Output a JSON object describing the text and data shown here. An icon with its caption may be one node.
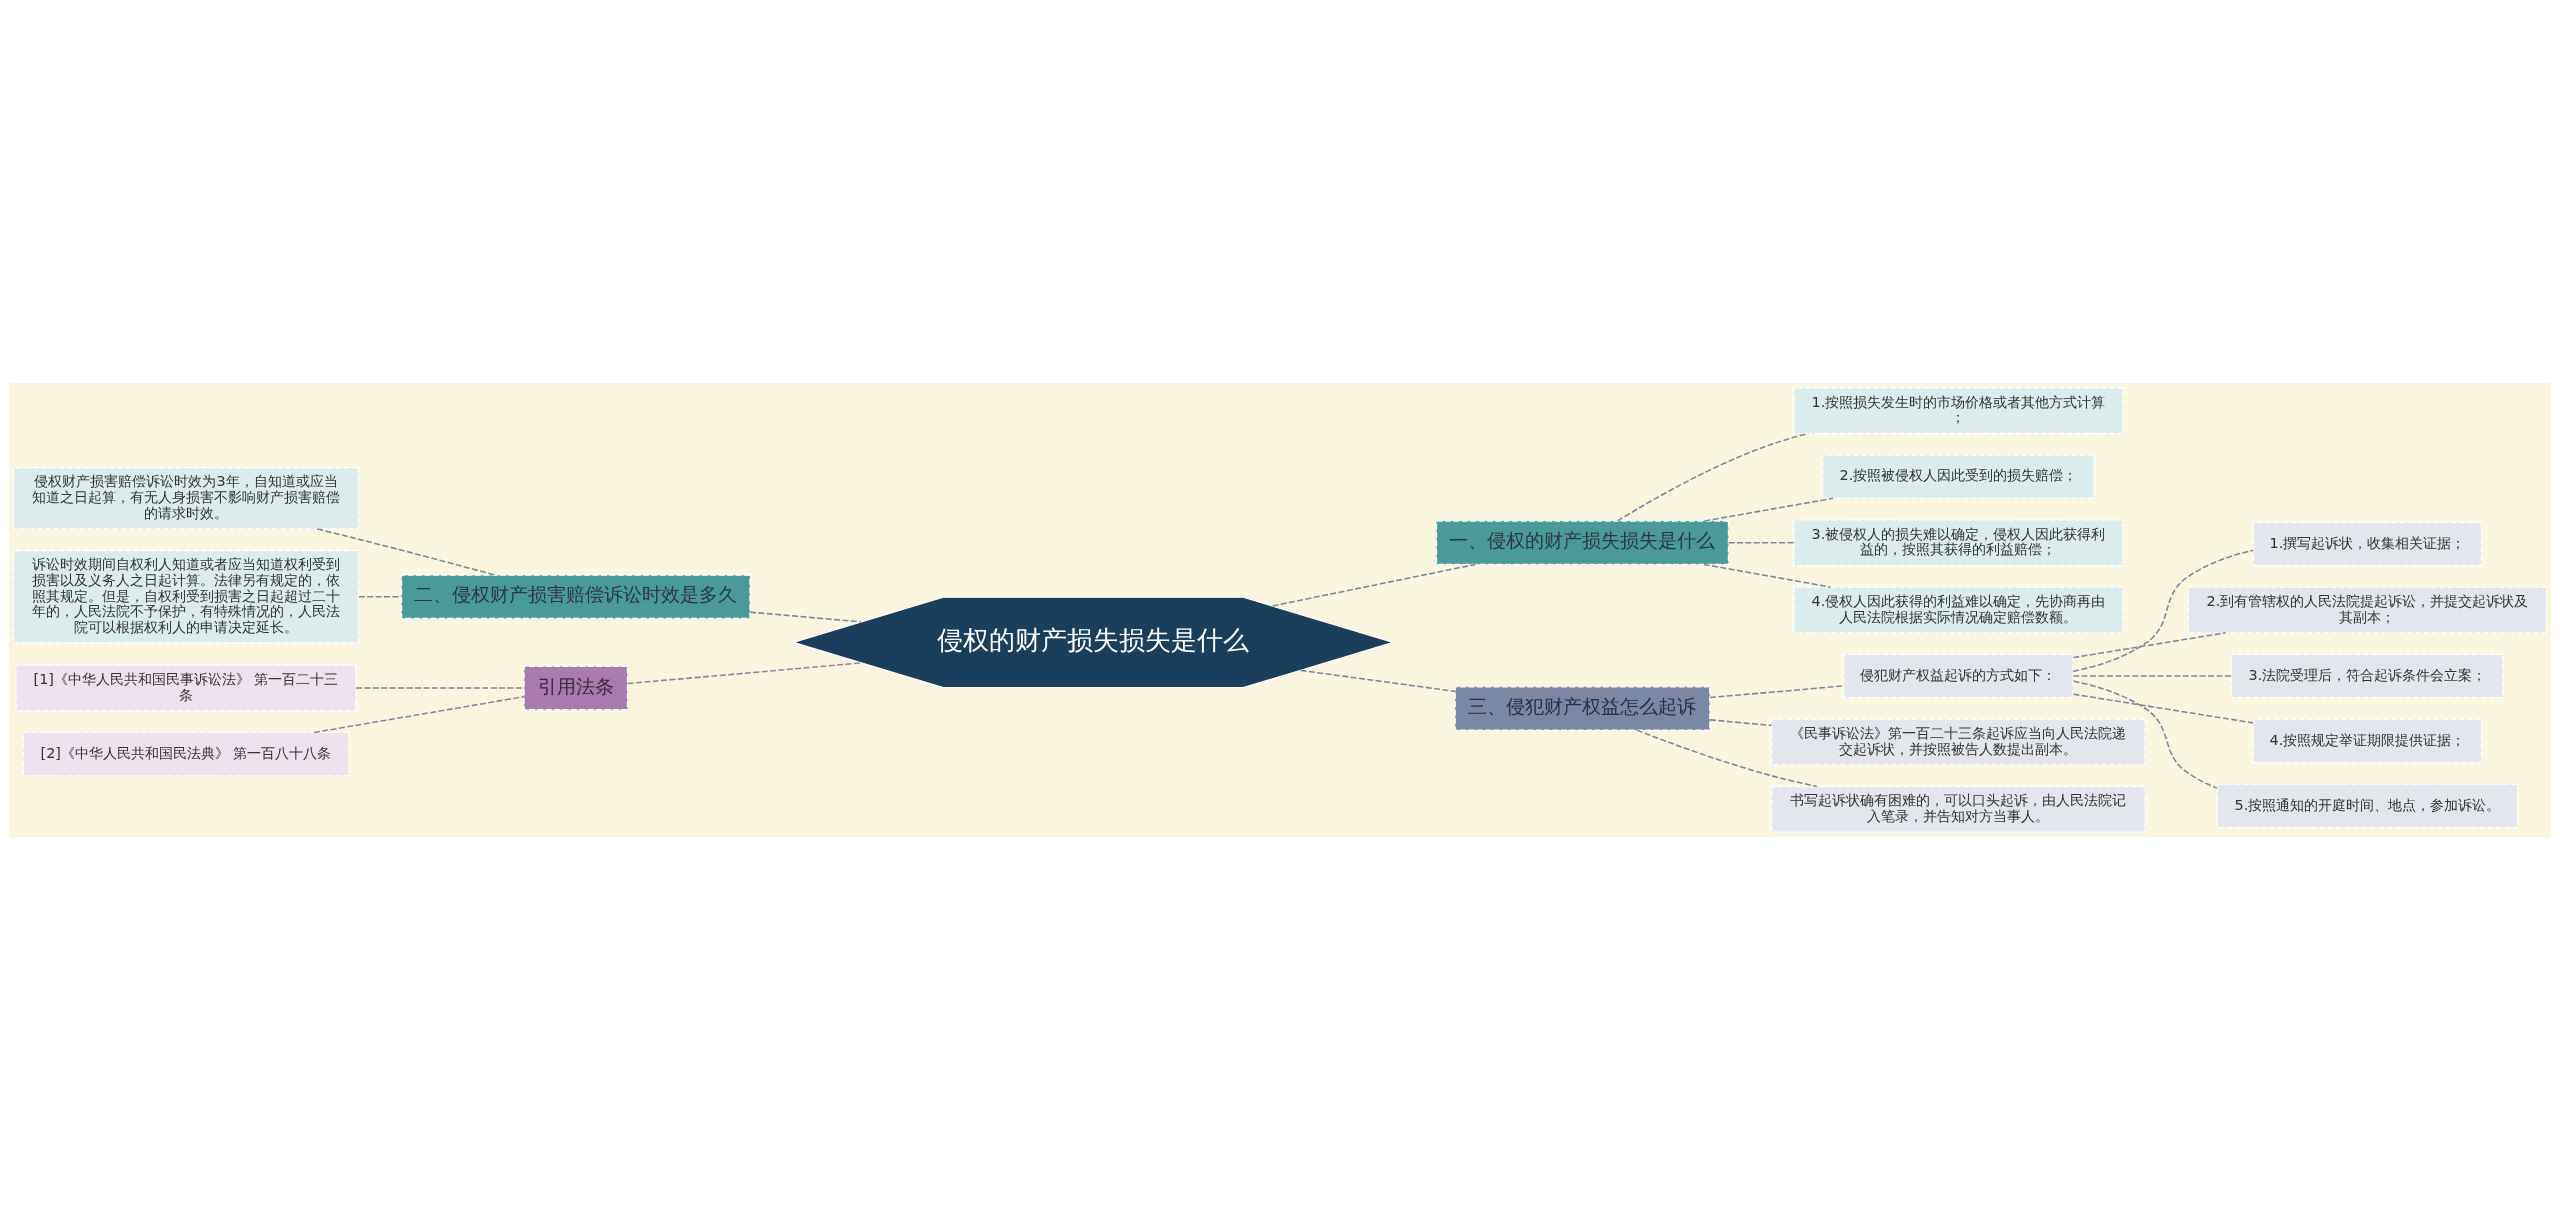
{
  "diagram": {
    "nodes": [
      {
        "text": [
          "侵权的财产损失损失是什么"
        ]
      },
      {
        "text": [
          "一、侵权的财产损失损失是什么"
        ]
      },
      {
        "text": [
          "1.按照损失发生时的市场价格或者其他方式计算；"
        ]
      },
      {
        "text": [
          "2.按照被侵权人因此受到的损失赔偿；"
        ]
      },
      {
        "text": [
          "3.被侵权人的损失难以确定，侵权人因此获得利益的，按照其获得的利益赔偿；"
        ]
      },
      {
        "text": [
          "4.侵权人因此获得的利益难以确定，先协商再由人民法院根据实际情况确定赔偿数额。"
        ]
      },
      {
        "text": [
          "二、侵权财产损害赔偿诉讼时效是多久"
        ]
      },
      {
        "text": [
          "侵权财产损害赔偿诉讼时效为3年，自知道或应当知道之日起算，有无人身损害不影响财产损害赔偿的请求时效。"
        ]
      },
      {
        "text": [
          "诉讼时效期间自权利人知道或者应当知道权利受到损害以及义务人之日起计算。法律另有规定的，依照其规定。但是，自权利受到损害之日起超过二十年的，人民法院不予保护，有特殊情况的，人民法院可以根据权利人的申请决定延长。"
        ]
      },
      {
        "text": [
          "引用法条"
        ]
      },
      {
        "text": [
          "[1]《中华人民共和国民事诉讼法》 第一百二十三条"
        ]
      },
      {
        "text": [
          "[2]《中华人民共和国民法典》 第一百八十八条"
        ]
      },
      {
        "text": [
          "三、侵犯财产权益怎么起诉"
        ]
      },
      {
        "text": [
          "侵犯财产权益起诉的方式如下："
        ]
      },
      {
        "text": [
          "1.撰写起诉状，收集相关证据；"
        ]
      },
      {
        "text": [
          "2.到有管辖权的人民法院提起诉讼，并提交起诉状及其副本；"
        ]
      },
      {
        "text": [
          "3.法院受理后，符合起诉条件会立案；"
        ]
      },
      {
        "text": [
          "4.按照规定举证期限提供证据；"
        ]
      },
      {
        "text": [
          "5.按照通知的开庭时间、地点，参加诉讼。"
        ]
      },
      {
        "text": [
          "《民事诉讼法》第一百二十三条起诉应当向人民法院递交起诉状，并按照被告人数提出副本。"
        ]
      },
      {
        "text": [
          "书写起诉状确有困难的，可以口头起诉，由人民法院记入笔录，并告知对方当事人。"
        ]
      }
    ],
    "edges": [
      {
        "from": 0,
        "to": 1,
        "arrow": "none"
      },
      {
        "from": 1,
        "to": 2,
        "arrow": "none"
      },
      {
        "from": 1,
        "to": 3,
        "arrow": "none"
      },
      {
        "from": 1,
        "to": 4,
        "arrow": "none"
      },
      {
        "from": 1,
        "to": 5,
        "arrow": "none"
      },
      {
        "from": 0,
        "to": 6,
        "arrow": "none"
      },
      {
        "from": 6,
        "to": 7,
        "arrow": "none"
      },
      {
        "from": 6,
        "to": 8,
        "arrow": "none"
      },
      {
        "from": 0,
        "to": 9,
        "arrow": "none",
        "color": "#a07aa8"
      },
      {
        "from": 9,
        "to": 10,
        "arrow": "none",
        "color": "#a07aa8"
      },
      {
        "from": 9,
        "to": 11,
        "arrow": "none",
        "color": "#a07aa8"
      },
      {
        "from": 0,
        "to": 12,
        "arrow": "none"
      },
      {
        "from": 12,
        "to": 13,
        "arrow": "none"
      },
      {
        "from": 13,
        "to": 14,
        "arrow": "none"
      },
      {
        "from": 13,
        "to": 15,
        "arrow": "none"
      },
      {
        "from": 13,
        "to": 16,
        "arrow": "none"
      },
      {
        "from": 13,
        "to": 17,
        "arrow": "none"
      },
      {
        "from": 13,
        "to": 18,
        "arrow": "none"
      },
      {
        "from": 12,
        "to": 19,
        "arrow": "none"
      },
      {
        "from": 12,
        "to": 20,
        "arrow": "none"
      }
    ]
  }
}
